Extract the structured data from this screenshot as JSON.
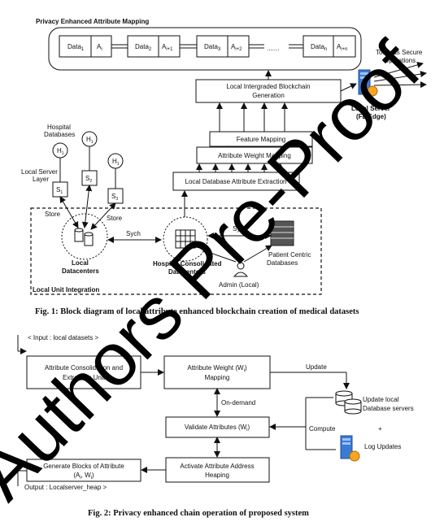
{
  "fig1": {
    "title": "Privacy Enhanced Attribute Mapping",
    "chain": [
      {
        "data": "Data",
        "sub": "1",
        "attr": "A",
        "asub": "i"
      },
      {
        "data": "Data",
        "sub": "2",
        "attr": "A",
        "asub": "i+1"
      },
      {
        "data": "Data",
        "sub": "3",
        "attr": "A",
        "asub": "i+2"
      },
      {
        "data": "Data",
        "sub": "n",
        "attr": "A",
        "asub": "i+n"
      }
    ],
    "ellipsis": ".......",
    "towards_1": "Towards Secure",
    "towards_2": "Operations",
    "local_server_1": "Local Server",
    "local_server_2": "(FL Edge)",
    "blockchain_1": "Local Intergraded Blockchain",
    "blockchain_2": "Generation",
    "feature_mapping": "Feature Mapping",
    "attribute_weight_mapping": "Attribute Weight Mapping",
    "extraction": "Local Database Attribute Extraction",
    "hospital_db_1": "Hospital",
    "hospital_db_2": "Databases",
    "local_server_layer_1": "Local Server",
    "local_server_layer_2": "Layer",
    "h_label": "H",
    "h_sub": "1",
    "servers": [
      {
        "s": "S",
        "sub": "1"
      },
      {
        "s": "S",
        "sub": "2"
      },
      {
        "s": "S",
        "sub": "3"
      }
    ],
    "store": "Store",
    "sych": "Sych",
    "local_datacenters_1": "Local",
    "local_datacenters_2": "Datacenters",
    "hospital_consolidated_1": "Hospital Consolidated",
    "hospital_consolidated_2": "Datacenters",
    "patient_centric_1": "Patient Centric",
    "patient_centric_2": "Databases",
    "admin": "Admin (Local)",
    "local_unit": "Local Unit Integration",
    "caption": "Fig. 1: Block diagram of local attribute enhanced blockchain creation of medical datasets"
  },
  "fig2": {
    "input": "< Input :  local datasets >",
    "consolidation_1": "Attribute Consolidation and",
    "consolidation_2": "Extraction Unit",
    "weight_mapping_1": "Attribute Weight (W",
    "weight_mapping_sub": "i",
    "weight_mapping_2": "Mapping",
    "on_demand": "On-demand",
    "validate": "Validate Attributes (W",
    "validate_sub": "i",
    "activate_1": "Activate Attribute Address",
    "activate_2": "Heaping",
    "generate_1": "Generate Blocks of Attribute",
    "generate_2": "(A",
    "generate_2_mid": ", W",
    "generate_sub_a": "i",
    "generate_sub_w": "i",
    "output": "Output : Localserver_heap >",
    "update": "Update",
    "compute": "Compute",
    "update_db_1": "Update local",
    "update_db_2": "Database servers",
    "plus": "+",
    "log_updates": "Log Updates",
    "caption": "Fig. 2: Privacy enhanced chain operation of proposed system"
  },
  "watermark": "Authors Pre-Proof"
}
